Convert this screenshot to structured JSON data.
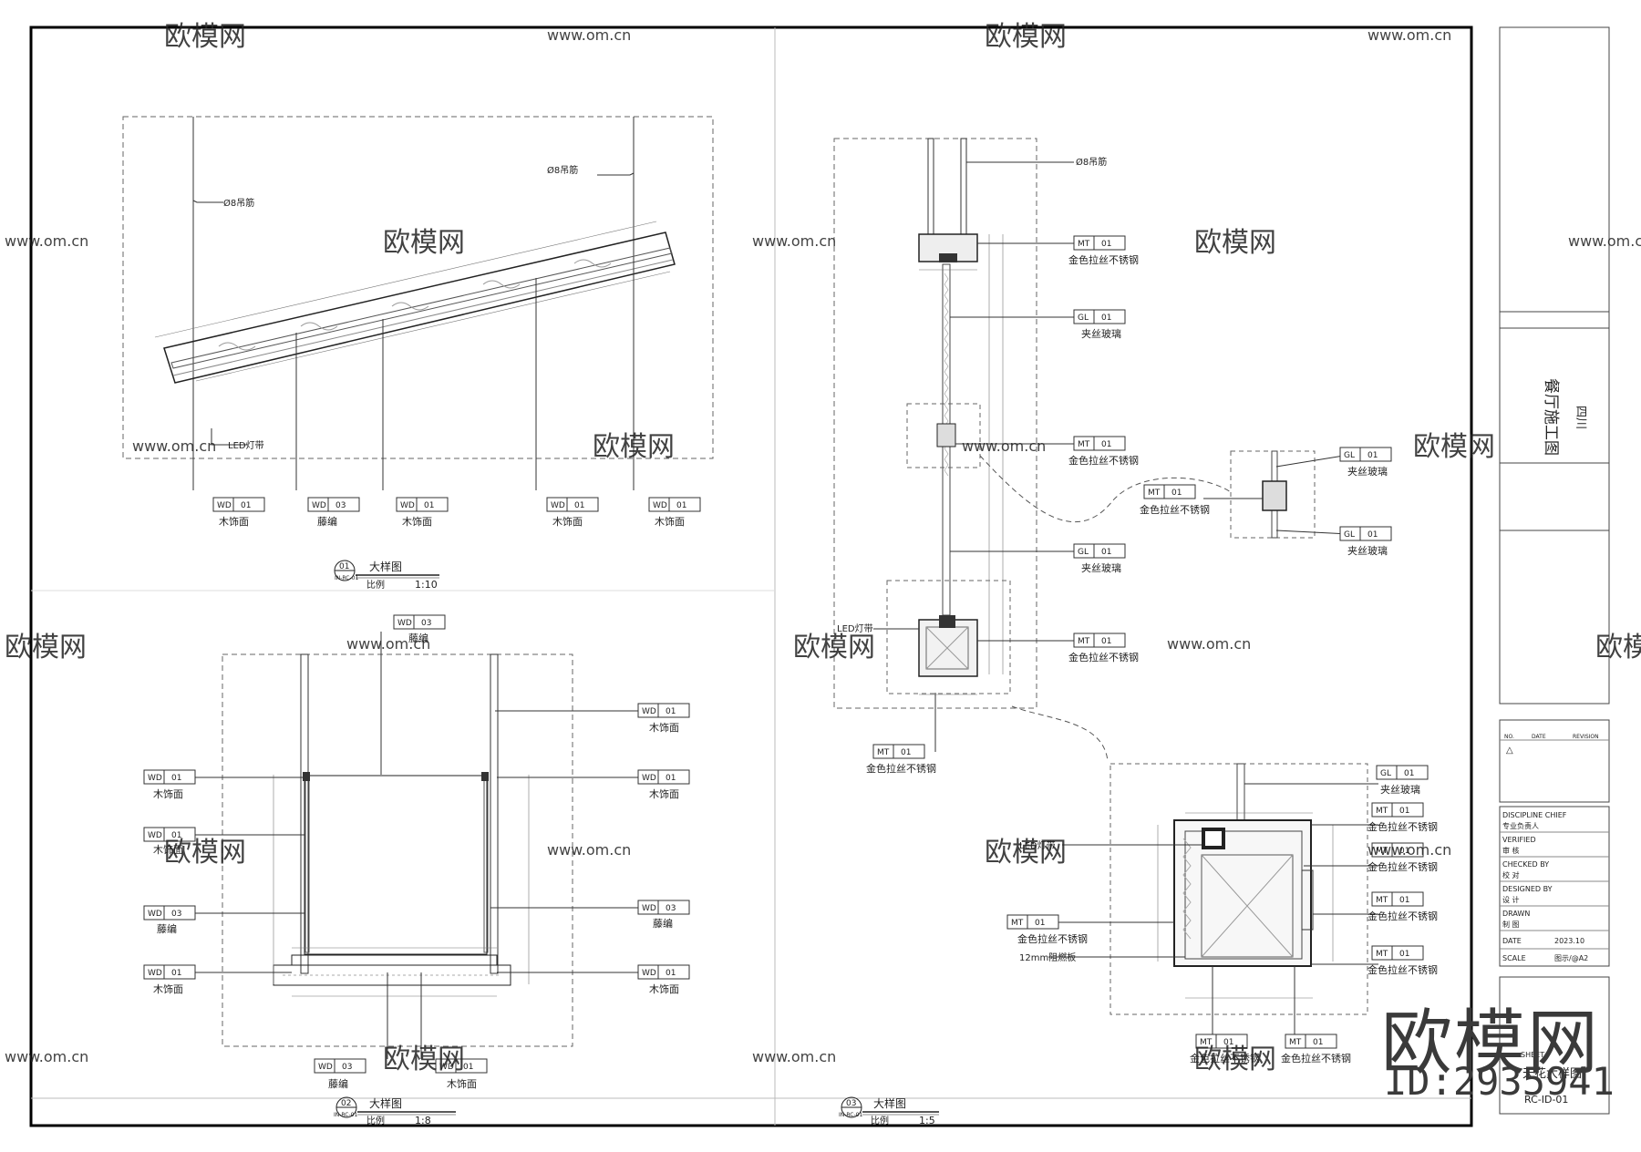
{
  "title_block": {
    "drawing_title": "餐厅施工图",
    "location": "四川",
    "revision_headers": [
      "NO.",
      "DATE",
      "REVISION"
    ],
    "revision_mark": "△",
    "rows": [
      {
        "en": "DISCIPLINE CHIEF",
        "cn": "专业负责人"
      },
      {
        "en": "VERIFIED",
        "cn": "审 核"
      },
      {
        "en": "CHECKED BY",
        "cn": "校 对"
      },
      {
        "en": "DESIGNED BY",
        "cn": "设 计"
      },
      {
        "en": "DRAWN",
        "cn": "制 图"
      }
    ],
    "date_label": "DATE",
    "date_value": "2023.10",
    "scale_label": "SCALE",
    "scale_value": "图示/@A2",
    "sheet_label": "SHEET",
    "sheet_name": "天花大样图",
    "sheet_number": "RC-ID-01"
  },
  "details": [
    {
      "num": "01",
      "ref": "IN-RC-01",
      "name": "大样图",
      "scale_label": "比例",
      "scale": "1:10"
    },
    {
      "num": "02",
      "ref": "IN-RC-01",
      "name": "大样图",
      "scale_label": "比例",
      "scale": "1:8"
    },
    {
      "num": "03",
      "ref": "IN-RC-01",
      "name": "大样图",
      "scale_label": "比例",
      "scale": "1:5"
    }
  ],
  "notes": {
    "rod": "Ø8吊筋",
    "light_strip": "LED灯带",
    "board": "12mm阻燃板"
  },
  "materials": {
    "wd01": {
      "code": "WD",
      "num": "01",
      "desc": "木饰面"
    },
    "wd03": {
      "code": "WD",
      "num": "03",
      "desc": "藤编"
    },
    "mt01": {
      "code": "MT",
      "num": "01",
      "desc": "金色拉丝不锈钢"
    },
    "gl01": {
      "code": "GL",
      "num": "01",
      "desc": "夹丝玻璃"
    }
  },
  "watermark": {
    "brand": "欧模网",
    "url": "www.om.cn",
    "id": "ID:2935941"
  }
}
